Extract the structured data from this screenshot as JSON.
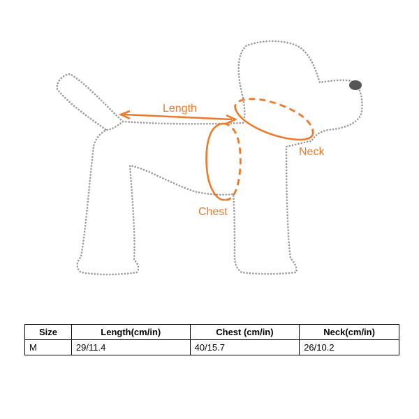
{
  "diagram": {
    "labels": {
      "length": "Length",
      "chest": "Chest",
      "neck": "Neck"
    },
    "colors": {
      "accent": "#ec7a2a",
      "outline": "#9a9a9a",
      "nose": "#555555"
    }
  },
  "size_table": {
    "headers": [
      "Size",
      "Length(cm/in)",
      "Chest (cm/in)",
      "Neck(cm/in)"
    ],
    "rows": [
      [
        "M",
        "29/11.4",
        "40/15.7",
        "26/10.2"
      ]
    ]
  }
}
